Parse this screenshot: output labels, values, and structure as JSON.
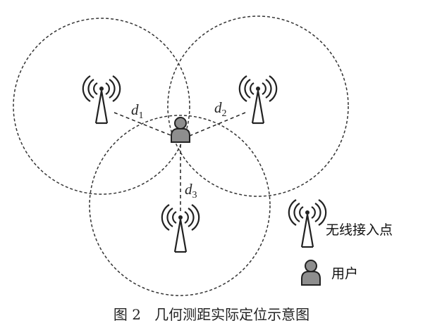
{
  "diagram": {
    "distances": [
      {
        "letter": "d",
        "subscript": "1"
      },
      {
        "letter": "d",
        "subscript": "2"
      },
      {
        "letter": "d",
        "subscript": "3"
      }
    ]
  },
  "legend": {
    "access_point_label": "无线接入点",
    "user_label": "用户"
  },
  "caption": {
    "text": "图 2   几何测距实际定位示意图"
  },
  "colors": {
    "line": "#222222",
    "user_fill": "#8e8e8e",
    "circle_stroke": "#333333"
  },
  "icons": {
    "access_point": "antenna-icon",
    "user": "user-icon"
  }
}
